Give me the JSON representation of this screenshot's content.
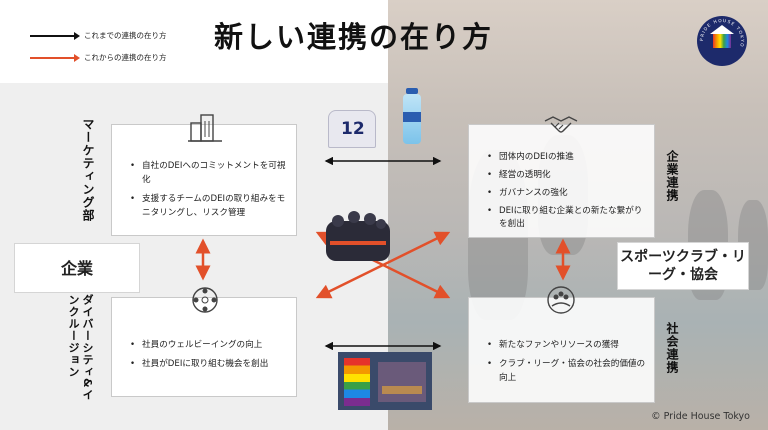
{
  "legend": {
    "current_label": "これまでの連携の在り方",
    "new_label": "これからの連携の在り方",
    "current_color": "#111111",
    "new_color": "#e2502a"
  },
  "title": "新しい連携の在り方",
  "logo": {
    "text": "PRIDE HOUSE TOKYO",
    "icon": "pride-house-logo"
  },
  "company": {
    "label": "企業",
    "marketing": {
      "label": "マーケティング部",
      "icon": "building-icon",
      "items": [
        "自社のDEIへのコミットメントを可視化",
        "支援するチームのDEIの取り組みをモニタリングし、リスク管理"
      ]
    },
    "diversity": {
      "label": "ダイバーシティ&インクルージョン",
      "icon": "people-circle-icon",
      "items": [
        "社員のウェルビーイングの向上",
        "社員がDEIに取り組む機会を創出"
      ]
    }
  },
  "sports": {
    "label": "スポーツクラブ・リーグ・協会",
    "corporate": {
      "label": "企業連携",
      "icon": "handshake-icon",
      "items": [
        "団体内のDEIの推進",
        "経営の透明化",
        "ガバナンスの強化",
        "DEIに取り組む企業との新たな繋がりを創出"
      ]
    },
    "social": {
      "label": "社会連携",
      "icon": "community-icon",
      "items": [
        "新たなファンやリソースの獲得",
        "クラブ・リーグ・協会の社会的価値の向上"
      ]
    }
  },
  "photos": {
    "jersey_number": "12",
    "jersey_icon": "jersey-and-bottle-photo",
    "team_icon": "team-huddle-photo",
    "event_icon": "pride-event-photo"
  },
  "credit": "© Pride House Tokyo"
}
